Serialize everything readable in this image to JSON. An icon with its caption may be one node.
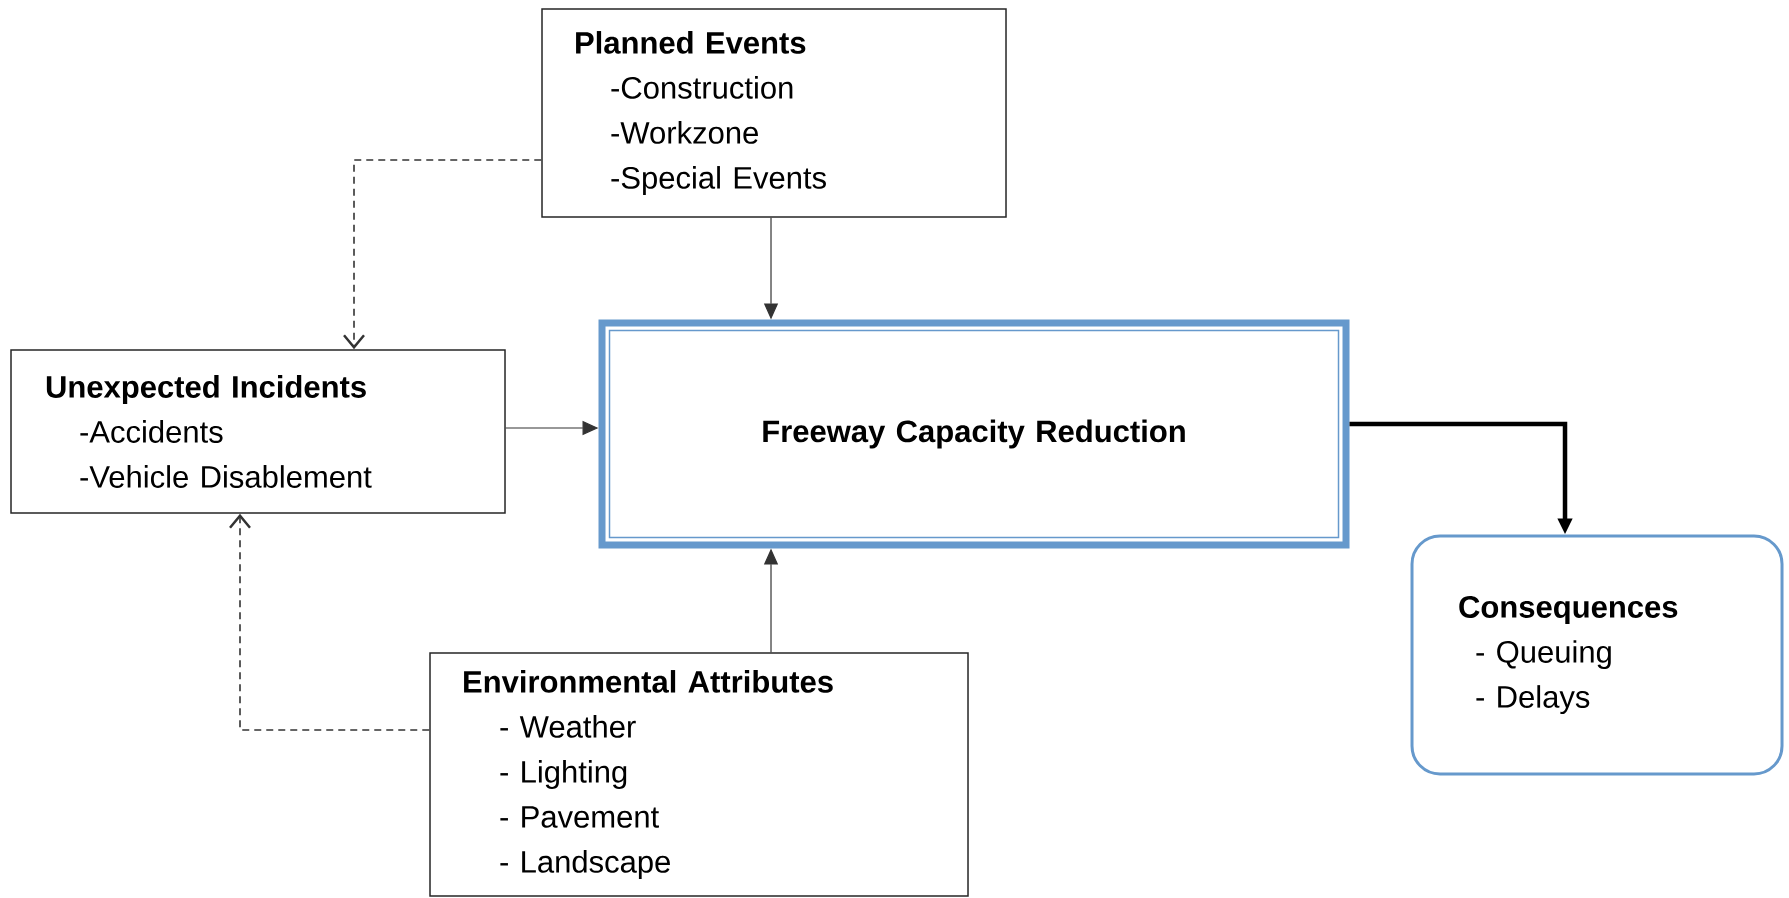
{
  "diagram": {
    "nodes": [
      {
        "text": [
          "Planned Events",
          "-Construction",
          "-Workzone",
          "-Special Events"
        ]
      },
      {
        "text": [
          "Unexpected Incidents",
          "-Accidents",
          "-Vehicle Disablement"
        ]
      },
      {
        "text": [
          "Freeway Capacity Reduction"
        ]
      },
      {
        "text": [
          "Environmental Attributes",
          "- Weather",
          "- Lighting",
          "- Pavement",
          "- Landscape"
        ]
      },
      {
        "text": [
          "Consequences",
          "- Queuing",
          "- Delays"
        ]
      }
    ],
    "edges": [
      {
        "from": 0,
        "to": 1,
        "arrow": "to",
        "style": "dashed"
      },
      {
        "from": 0,
        "to": 2,
        "arrow": "to"
      },
      {
        "from": 1,
        "to": 2,
        "arrow": "to"
      },
      {
        "from": 3,
        "to": 2,
        "arrow": "to"
      },
      {
        "from": 3,
        "to": 1,
        "arrow": "to",
        "style": "dashed"
      },
      {
        "from": 2,
        "to": 4,
        "arrow": "to",
        "style": "thick"
      }
    ]
  }
}
